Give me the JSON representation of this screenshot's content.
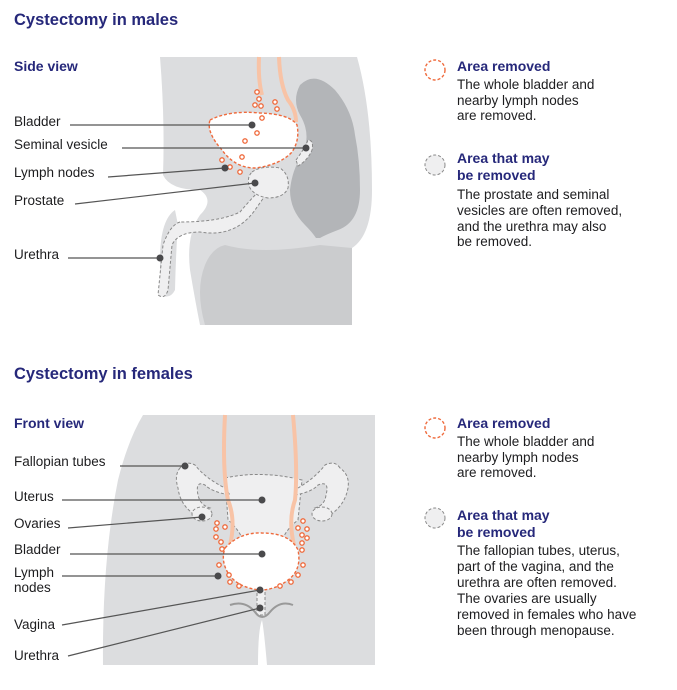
{
  "male": {
    "title": "Cystectomy in males",
    "view": "Side view",
    "labels": [
      "Bladder",
      "Seminal vesicle",
      "Lymph nodes",
      "Prostate",
      "Urethra"
    ],
    "legend": {
      "removed_title": "Area removed",
      "removed_text": [
        "The whole bladder and",
        "nearby lymph nodes",
        "are removed."
      ],
      "maybe_title": [
        "Area that may",
        "be removed"
      ],
      "maybe_text": [
        "The prostate and seminal",
        "vesicles are often removed,",
        "and the urethra may also",
        "be removed."
      ]
    }
  },
  "female": {
    "title": "Cystectomy in females",
    "view": "Front view",
    "labels": [
      "Fallopian tubes",
      "Uterus",
      "Ovaries",
      "Bladder",
      "Lymph",
      "nodes",
      "Vagina",
      "Urethra"
    ],
    "legend": {
      "removed_title": "Area removed",
      "removed_text": [
        "The whole bladder and",
        "nearby lymph nodes",
        "are removed."
      ],
      "maybe_title": [
        "Area that may",
        "be removed"
      ],
      "maybe_text": [
        "The fallopian tubes, uterus,",
        "part of the vagina, and the",
        "urethra are often removed.",
        "The ovaries are usually",
        "removed in females who have",
        "been through menopause."
      ]
    }
  },
  "colors": {
    "heading": "#26287a",
    "removed": "#ef6a3c",
    "body": "#dcdddf",
    "ureter": "#f8c3a6"
  }
}
